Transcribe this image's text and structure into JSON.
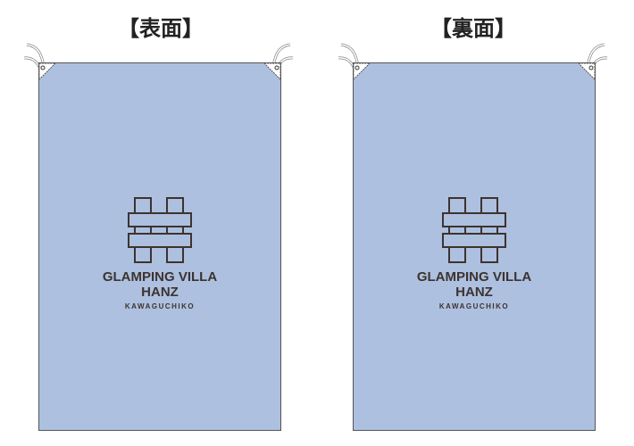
{
  "front": {
    "label": "【表面】",
    "brand_line1": "GLAMPING VILLA",
    "brand_line2": "HANZ",
    "brand_sub": "KAWAGUCHIKO"
  },
  "back": {
    "label": "【裏面】",
    "brand_line1": "GLAMPING VILLA",
    "brand_line2": "HANZ",
    "brand_sub": "KAWAGUCHIKO"
  },
  "colors": {
    "banner": "#adc0df",
    "logo": "#3d3330"
  }
}
